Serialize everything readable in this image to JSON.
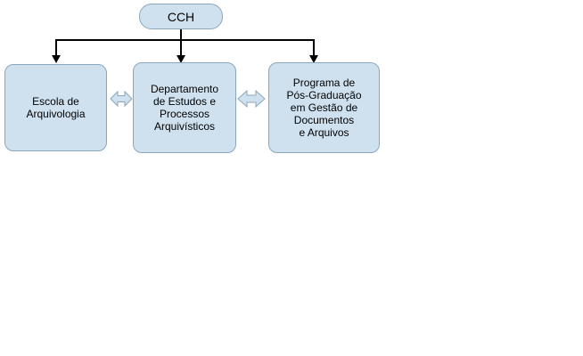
{
  "diagram": {
    "root": {
      "label": "CCH"
    },
    "nodes": [
      {
        "label": "Escola de\nArquivologia"
      },
      {
        "label": "Departamento\nde Estudos e\nProcessos\nArquivísticos"
      },
      {
        "label": "Programa de\nPós-Graduação\nem Gestão de\nDocumentos\ne Arquivos"
      }
    ],
    "colors": {
      "node_fill": "#cfe1ef",
      "node_border": "#8ba6ba",
      "connector": "#000000",
      "background": "#ffffff"
    }
  }
}
